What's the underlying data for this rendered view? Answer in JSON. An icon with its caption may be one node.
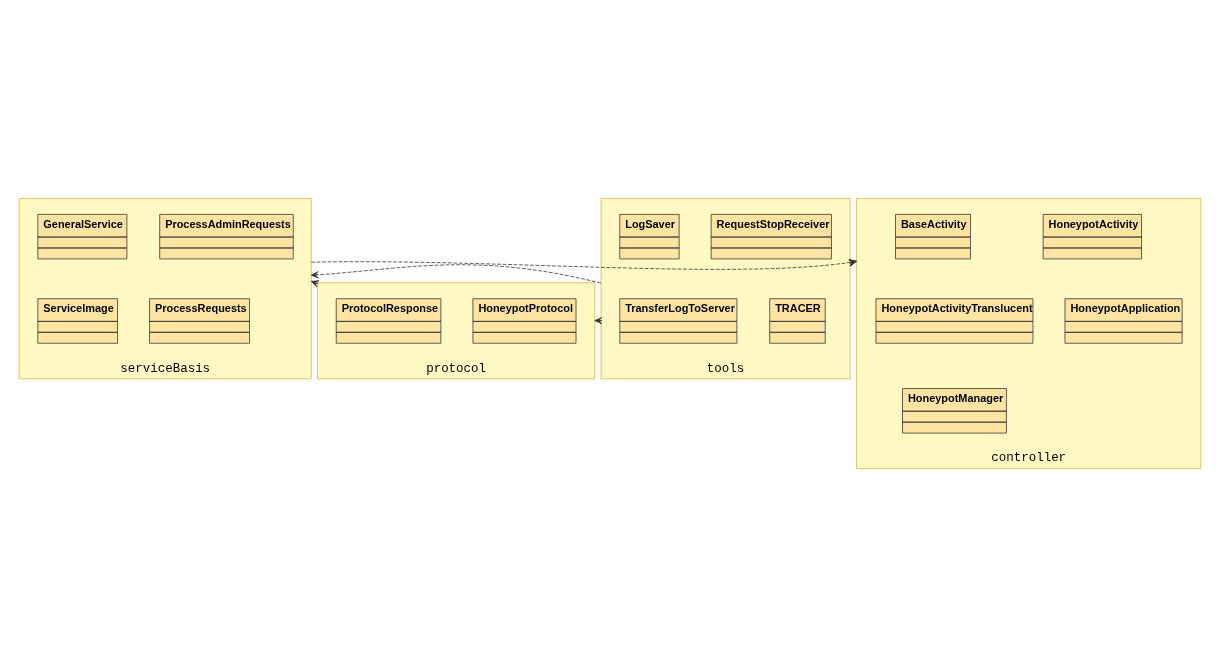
{
  "diagram": {
    "nodes": [
      {
        "text": [
          "serviceBasis"
        ]
      },
      {
        "text": [
          "GeneralService"
        ],
        "in": 0
      },
      {
        "text": [
          "ProcessAdminRequests"
        ],
        "in": 0
      },
      {
        "text": [
          "ProcessRequests"
        ],
        "in": 0
      },
      {
        "text": [
          "ServiceImage"
        ],
        "in": 0
      },
      {
        "text": [
          "controller"
        ]
      },
      {
        "text": [
          "BaseActivity"
        ],
        "in": 5
      },
      {
        "text": [
          "HoneypotActivity"
        ],
        "in": 5
      },
      {
        "text": [
          "HoneypotActivityTranslucent"
        ],
        "in": 5
      },
      {
        "text": [
          "HoneypotApplication"
        ],
        "in": 5
      },
      {
        "text": [
          "HoneypotManager"
        ],
        "in": 5
      },
      {
        "text": [
          "protocol"
        ]
      },
      {
        "text": [
          "HoneypotProtocol"
        ],
        "in": 11
      },
      {
        "text": [
          "ProtocolResponse"
        ],
        "in": 11
      },
      {
        "text": [
          "tools"
        ]
      },
      {
        "text": [
          "LogSaver"
        ],
        "in": 14
      },
      {
        "text": [
          "RequestStopReceiver"
        ],
        "in": 14
      },
      {
        "text": [
          "TRACER"
        ],
        "in": 14
      },
      {
        "text": [
          "TransferLogToServer"
        ],
        "in": 14
      }
    ],
    "edges": [
      {
        "from": 0,
        "to": 5,
        "arrow": "to",
        "style": "dashed"
      },
      {
        "from": 11,
        "to": 0,
        "arrow": "to",
        "style": "dashed"
      },
      {
        "from": 14,
        "to": 0,
        "arrow": "to",
        "style": "dashed"
      },
      {
        "from": 14,
        "to": 5,
        "arrow": "to",
        "style": "dashed"
      },
      {
        "from": 14,
        "to": 11,
        "arrow": "to",
        "style": "dashed"
      }
    ]
  }
}
